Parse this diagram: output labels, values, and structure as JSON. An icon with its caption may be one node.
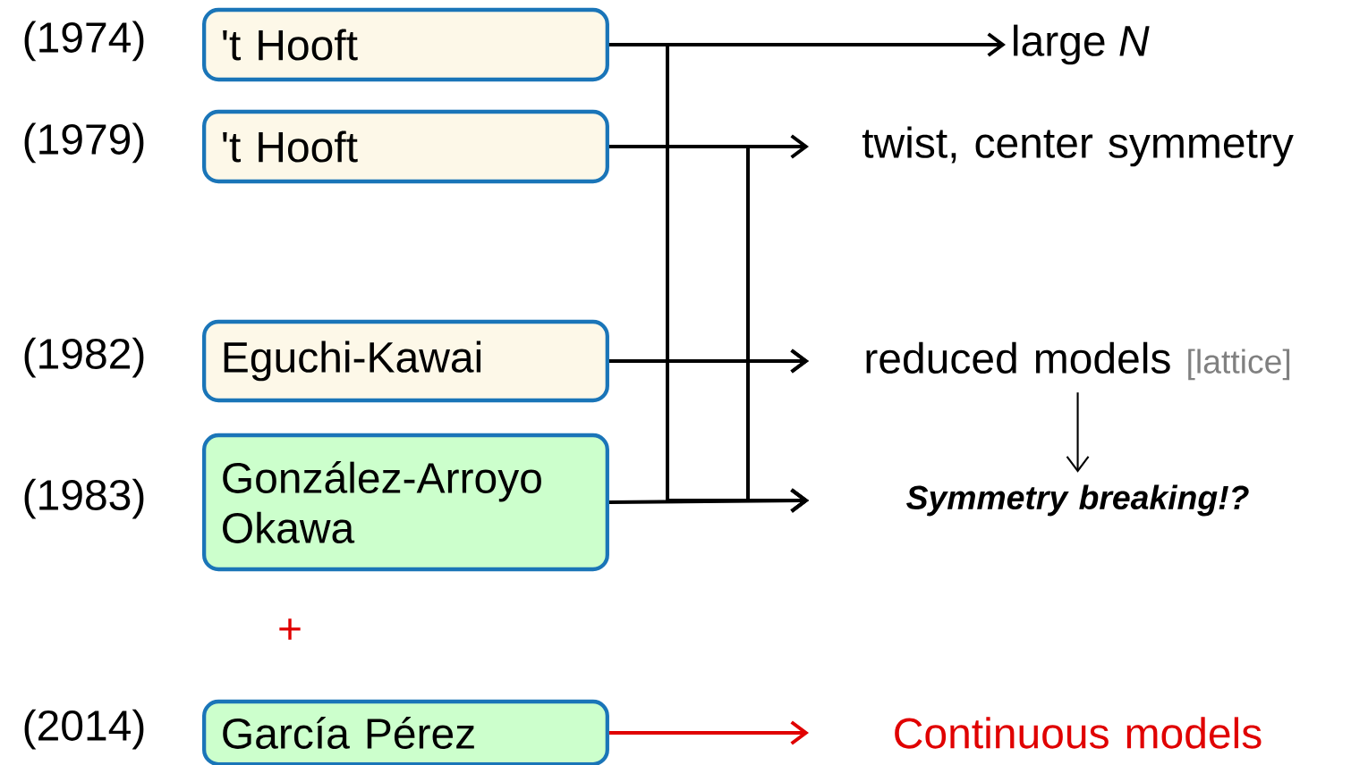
{
  "diagram": {
    "nodes": [
      {
        "text": [
          "'t Hooft"
        ],
        "beside": [
          "(1974)"
        ]
      },
      {
        "text": [
          "'t Hooft"
        ],
        "beside": [
          "(1979)"
        ]
      },
      {
        "text": [
          "Eguchi-Kawai"
        ],
        "beside": [
          "(1982)"
        ]
      },
      {
        "text": [
          "González-Arroyo Okawa"
        ],
        "beside": [
          "(1983)"
        ]
      },
      {
        "text": [
          "García Pérez"
        ],
        "beside": [
          "(2014)"
        ]
      },
      {
        "text": [
          "large *N*"
        ]
      },
      {
        "text": [
          "twist, center symmetry"
        ]
      },
      {
        "text": [
          "reduced models",
          "[lattice]"
        ]
      },
      {
        "text": [
          "Symmetry breaking!?"
        ]
      },
      {
        "text": [
          "Continuous models"
        ]
      }
    ],
    "edges": [
      {
        "from": 0,
        "to": 5,
        "arrow": "to"
      },
      {
        "from": 1,
        "to": 6,
        "arrow": "to"
      },
      {
        "from": 2,
        "to": 7,
        "arrow": "to"
      },
      {
        "from": 3,
        "to": 8,
        "arrow": "to"
      },
      {
        "from": 4,
        "to": 9,
        "arrow": "to",
        "color": "#e00000"
      },
      {
        "from": 0,
        "to": 7,
        "arrow": "to"
      },
      {
        "from": 0,
        "to": 8,
        "arrow": "to"
      },
      {
        "from": 1,
        "to": 8,
        "arrow": "to"
      },
      {
        "from": 7,
        "to": 8,
        "arrow": "to"
      }
    ],
    "labels": [
      "+"
    ]
  }
}
